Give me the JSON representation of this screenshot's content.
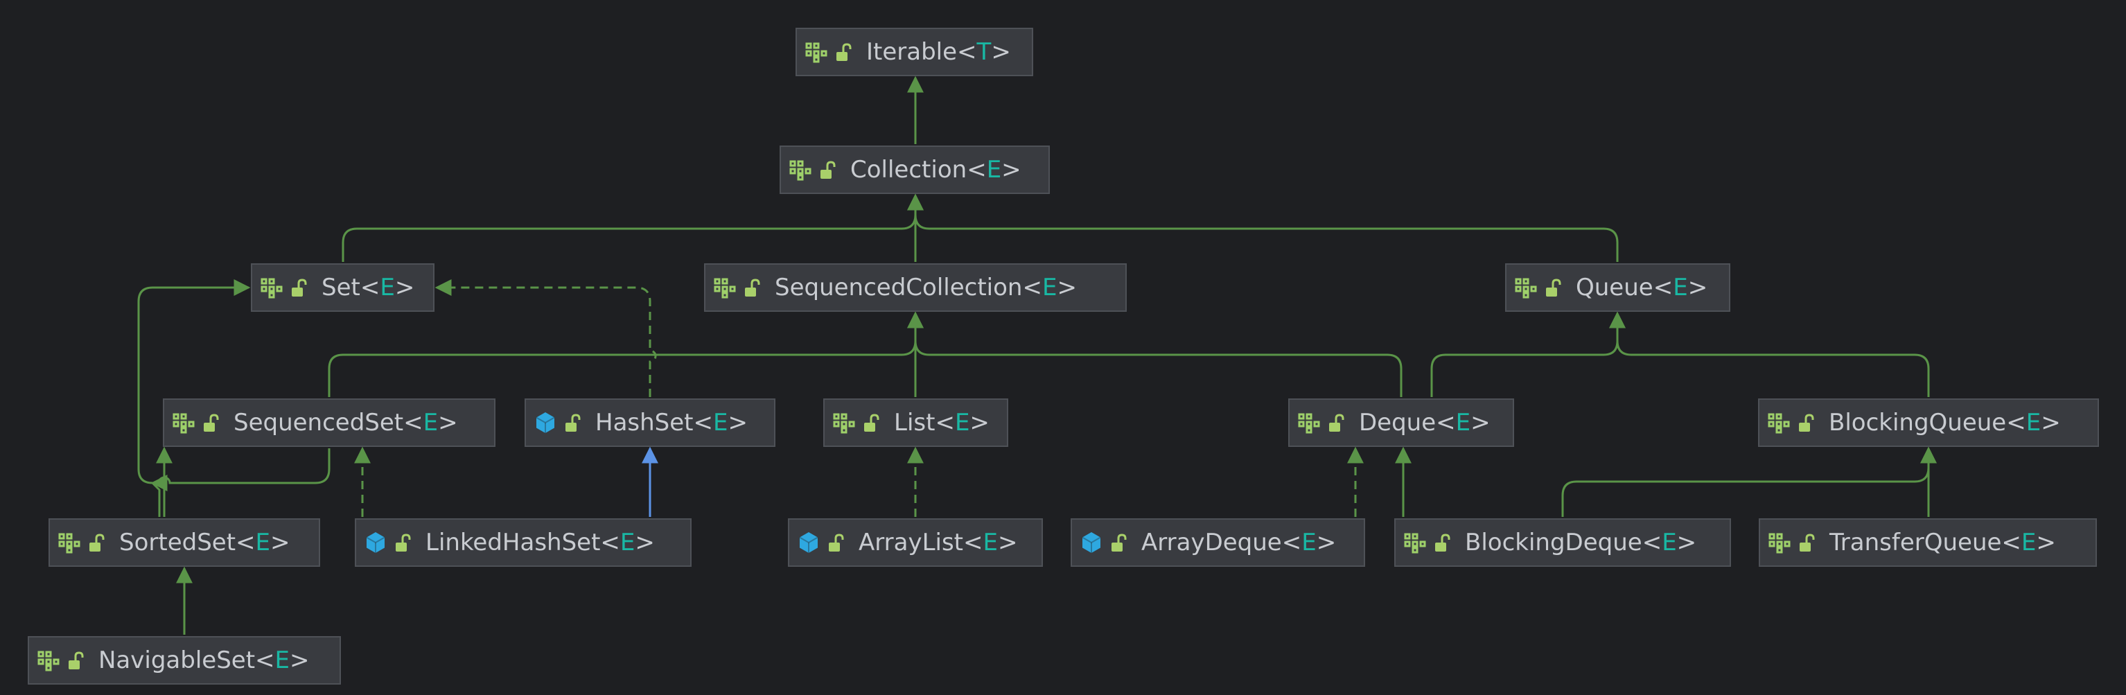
{
  "colors": {
    "background": "#1e1f22",
    "node_fill": "#393b40",
    "node_border": "#4e5157",
    "text": "#c9ccd1",
    "type_param": "#19b8a4",
    "extends_edge": "#5a9448",
    "class_impl_edge": "#5c93e6",
    "interface_icon": "#9ed06a",
    "class_icon": "#2ea8e0",
    "lock_icon": "#a9d06a"
  },
  "nodes": [
    {
      "id": "iterable",
      "name": "Iterable",
      "lt": "<",
      "param": "T",
      "gt": ">",
      "kind": "interface",
      "icon": "interface-icon"
    },
    {
      "id": "collection",
      "name": "Collection",
      "lt": "<",
      "param": "E",
      "gt": ">",
      "kind": "interface",
      "icon": "interface-icon"
    },
    {
      "id": "set",
      "name": "Set",
      "lt": "<",
      "param": "E",
      "gt": ">",
      "kind": "interface",
      "icon": "interface-icon"
    },
    {
      "id": "sequencedcollection",
      "name": "SequencedCollection",
      "lt": "<",
      "param": "E",
      "gt": ">",
      "kind": "interface",
      "icon": "interface-icon"
    },
    {
      "id": "queue",
      "name": "Queue",
      "lt": "<",
      "param": "E",
      "gt": ">",
      "kind": "interface",
      "icon": "interface-icon"
    },
    {
      "id": "sequencedset",
      "name": "SequencedSet",
      "lt": "<",
      "param": "E",
      "gt": ">",
      "kind": "interface",
      "icon": "interface-icon"
    },
    {
      "id": "hashset",
      "name": "HashSet",
      "lt": "<",
      "param": "E",
      "gt": ">",
      "kind": "class",
      "icon": "class-icon"
    },
    {
      "id": "list",
      "name": "List",
      "lt": "<",
      "param": "E",
      "gt": ">",
      "kind": "interface",
      "icon": "interface-icon"
    },
    {
      "id": "deque",
      "name": "Deque",
      "lt": "<",
      "param": "E",
      "gt": ">",
      "kind": "interface",
      "icon": "interface-icon"
    },
    {
      "id": "blockingqueue",
      "name": "BlockingQueue",
      "lt": "<",
      "param": "E",
      "gt": ">",
      "kind": "interface",
      "icon": "interface-icon"
    },
    {
      "id": "sortedset",
      "name": "SortedSet",
      "lt": "<",
      "param": "E",
      "gt": ">",
      "kind": "interface",
      "icon": "interface-icon"
    },
    {
      "id": "linkedhashset",
      "name": "LinkedHashSet",
      "lt": "<",
      "param": "E",
      "gt": ">",
      "kind": "class",
      "icon": "class-icon"
    },
    {
      "id": "arraylist",
      "name": "ArrayList",
      "lt": "<",
      "param": "E",
      "gt": ">",
      "kind": "class",
      "icon": "class-icon"
    },
    {
      "id": "arraydeque",
      "name": "ArrayDeque",
      "lt": "<",
      "param": "E",
      "gt": ">",
      "kind": "class",
      "icon": "class-icon"
    },
    {
      "id": "blockingdeque",
      "name": "BlockingDeque",
      "lt": "<",
      "param": "E",
      "gt": ">",
      "kind": "interface",
      "icon": "interface-icon"
    },
    {
      "id": "transferqueue",
      "name": "TransferQueue",
      "lt": "<",
      "param": "E",
      "gt": ">",
      "kind": "interface",
      "icon": "interface-icon"
    },
    {
      "id": "navigableset",
      "name": "NavigableSet",
      "lt": "<",
      "param": "E",
      "gt": ">",
      "kind": "interface",
      "icon": "interface-icon"
    }
  ],
  "edges": [
    {
      "id": "collection-iterable",
      "from": "collection",
      "to": "iterable",
      "style": "extends"
    },
    {
      "id": "set-collection",
      "from": "set",
      "to": "collection",
      "style": "extends"
    },
    {
      "id": "seqcoll-collection",
      "from": "sequencedcollection",
      "to": "collection",
      "style": "extends"
    },
    {
      "id": "queue-collection",
      "from": "queue",
      "to": "collection",
      "style": "extends"
    },
    {
      "id": "seqset-seqcoll",
      "from": "sequencedset",
      "to": "sequencedcollection",
      "style": "extends"
    },
    {
      "id": "list-seqcoll",
      "from": "list",
      "to": "sequencedcollection",
      "style": "extends"
    },
    {
      "id": "deque-seqcoll",
      "from": "deque",
      "to": "sequencedcollection",
      "style": "extends"
    },
    {
      "id": "deque-queue",
      "from": "deque",
      "to": "queue",
      "style": "extends"
    },
    {
      "id": "blockingqueue-queue",
      "from": "blockingqueue",
      "to": "queue",
      "style": "extends"
    },
    {
      "id": "hashset-set",
      "from": "hashset",
      "to": "set",
      "style": "implements"
    },
    {
      "id": "sortedset-set",
      "from": "sortedset",
      "to": "set",
      "style": "extends"
    },
    {
      "id": "sortedset-seqset",
      "from": "sortedset",
      "to": "sequencedset",
      "style": "extends"
    },
    {
      "id": "seqset-set",
      "from": "sequencedset",
      "to": "set",
      "style": "extends"
    },
    {
      "id": "linkedhashset-seqset",
      "from": "linkedhashset",
      "to": "sequencedset",
      "style": "implements"
    },
    {
      "id": "linkedhashset-hashset",
      "from": "linkedhashset",
      "to": "hashset",
      "style": "class-extends"
    },
    {
      "id": "arraylist-list",
      "from": "arraylist",
      "to": "list",
      "style": "implements"
    },
    {
      "id": "arraydeque-deque",
      "from": "arraydeque",
      "to": "deque",
      "style": "implements"
    },
    {
      "id": "blockingdeque-deque",
      "from": "blockingdeque",
      "to": "deque",
      "style": "extends"
    },
    {
      "id": "blockingdeque-blockingqueue",
      "from": "blockingdeque",
      "to": "blockingqueue",
      "style": "extends"
    },
    {
      "id": "transferqueue-blockingqueue",
      "from": "transferqueue",
      "to": "blockingqueue",
      "style": "extends"
    },
    {
      "id": "navigableset-sortedset",
      "from": "navigableset",
      "to": "sortedset",
      "style": "extends"
    }
  ]
}
